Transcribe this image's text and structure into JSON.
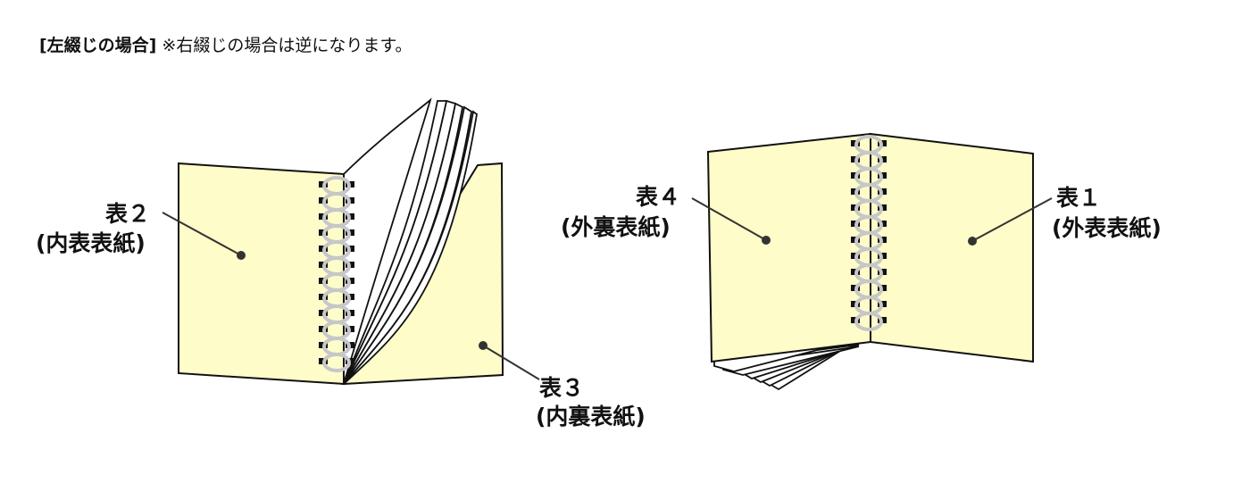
{
  "heading": {
    "bold": "[左綴じの場合]",
    "note": "※右綴じの場合は逆になります。"
  },
  "labels": {
    "cover2_name": "表２",
    "cover2_desc": "(内表表紙)",
    "cover3_name": "表３",
    "cover3_desc": "(内裏表紙)",
    "cover4_name": "表４",
    "cover4_desc": "(外裏表紙)",
    "cover1_name": "表１",
    "cover1_desc": "(外表表紙)"
  },
  "colors": {
    "cover_fill": "#fefcc8",
    "page_fill": "#ffffff",
    "outline": "#111111",
    "ring": "#c7c7c7"
  }
}
